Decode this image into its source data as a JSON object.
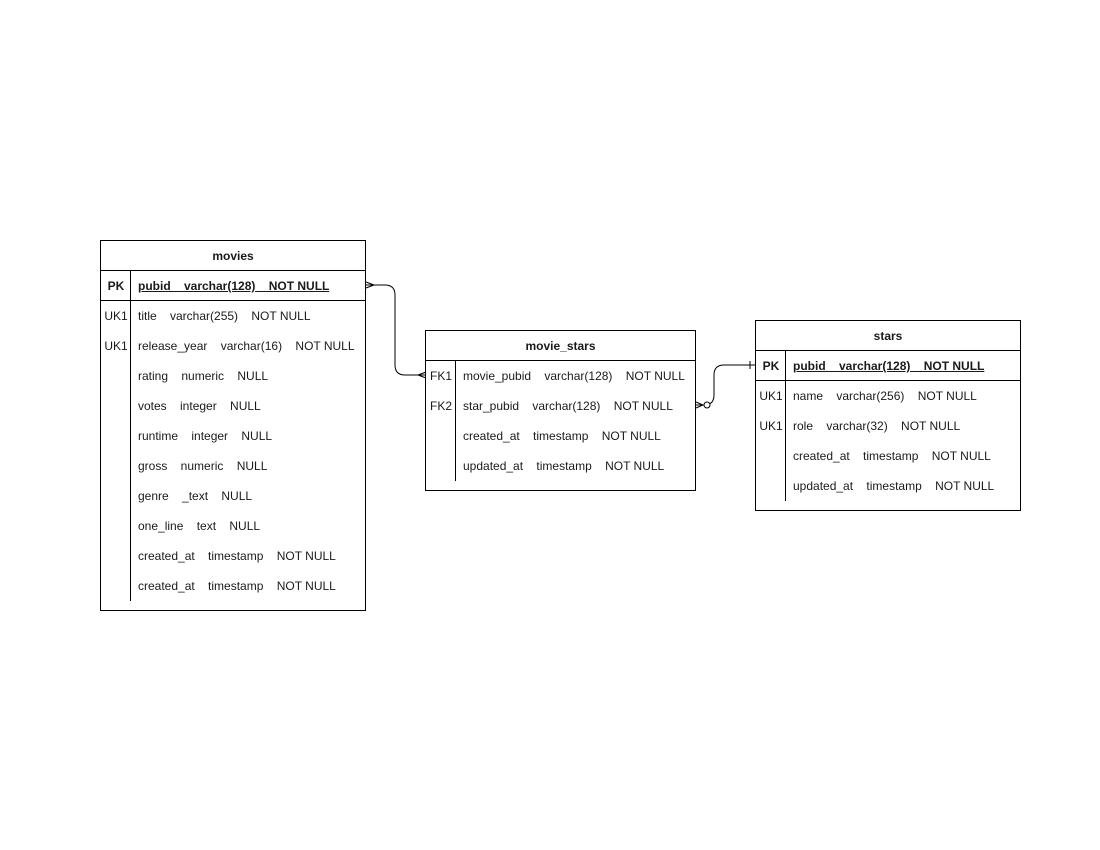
{
  "entities": {
    "movies": {
      "title": "movies",
      "pk": {
        "key": "PK",
        "text": "pubid    varchar(128)    NOT NULL"
      },
      "rows": [
        {
          "key": "UK1",
          "text": "title    varchar(255)    NOT NULL"
        },
        {
          "key": "UK1",
          "text": "release_year    varchar(16)    NOT NULL"
        },
        {
          "key": "",
          "text": "rating    numeric    NULL"
        },
        {
          "key": "",
          "text": "votes    integer    NULL"
        },
        {
          "key": "",
          "text": "runtime    integer    NULL"
        },
        {
          "key": "",
          "text": "gross    numeric    NULL"
        },
        {
          "key": "",
          "text": "genre    _text    NULL"
        },
        {
          "key": "",
          "text": "one_line    text    NULL"
        },
        {
          "key": "",
          "text": "created_at    timestamp    NOT NULL"
        },
        {
          "key": "",
          "text": "created_at    timestamp    NOT NULL"
        }
      ]
    },
    "movie_stars": {
      "title": "movie_stars",
      "rows": [
        {
          "key": "FK1",
          "text": "movie_pubid    varchar(128)    NOT NULL"
        },
        {
          "key": "FK2",
          "text": "star_pubid    varchar(128)    NOT NULL"
        },
        {
          "key": "",
          "text": "created_at    timestamp    NOT NULL"
        },
        {
          "key": "",
          "text": "updated_at    timestamp    NOT NULL"
        }
      ]
    },
    "stars": {
      "title": "stars",
      "pk": {
        "key": "PK",
        "text": "pubid    varchar(128)    NOT NULL"
      },
      "rows": [
        {
          "key": "UK1",
          "text": "name    varchar(256)    NOT NULL"
        },
        {
          "key": "UK1",
          "text": "role    varchar(32)    NOT NULL"
        },
        {
          "key": "",
          "text": "created_at    timestamp    NOT NULL"
        },
        {
          "key": "",
          "text": "updated_at    timestamp    NOT NULL"
        }
      ]
    }
  },
  "relationships": [
    {
      "from": "movies.pubid",
      "to": "movie_stars.movie_pubid",
      "from_end": "one",
      "to_end": "many"
    },
    {
      "from": "stars.pubid",
      "to": "movie_stars.star_pubid",
      "from_end": "one-mandatory",
      "to_end": "zero-or-many"
    }
  ],
  "colors": {
    "border": "#000000",
    "background": "#ffffff",
    "text": "#1a1a1a"
  }
}
